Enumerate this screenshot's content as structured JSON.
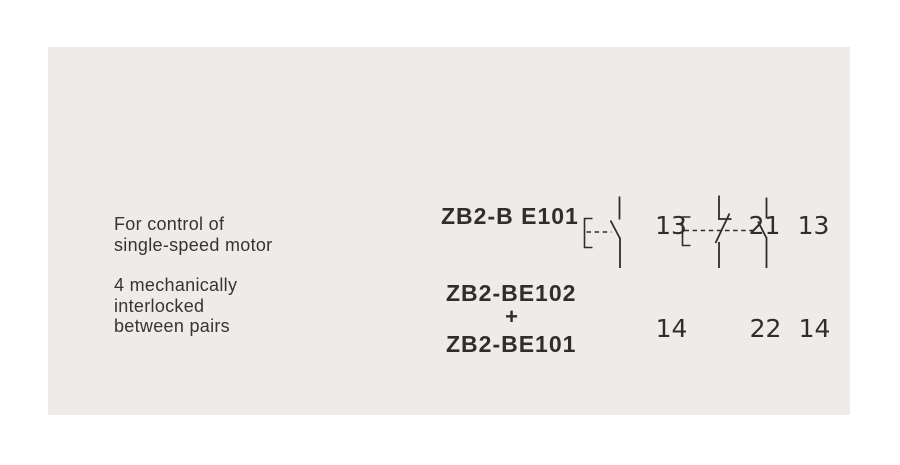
{
  "colors": {
    "page_bg": "#ffffff",
    "card_bg": "#edecea",
    "text": "#3a3330",
    "line": "#332d29"
  },
  "description": {
    "para1": [
      "For control of",
      "single-speed motor"
    ],
    "para2": [
      "4 mechanically",
      "interlocked",
      "between pairs"
    ]
  },
  "labels": {
    "single_config": "ZB2-B E101",
    "combo_part1": "ZB2-BE102",
    "combo_plus": "+",
    "combo_part2": "ZB2-BE101"
  },
  "diagram_single": {
    "type": "NO contact",
    "top_terminal": "13",
    "bottom_terminal": "14"
  },
  "diagram_double": {
    "type": "NC + NO contacts",
    "nc_top_terminal": "21",
    "nc_bottom_terminal": "22",
    "no_top_terminal": "13",
    "no_bottom_terminal": "14"
  }
}
